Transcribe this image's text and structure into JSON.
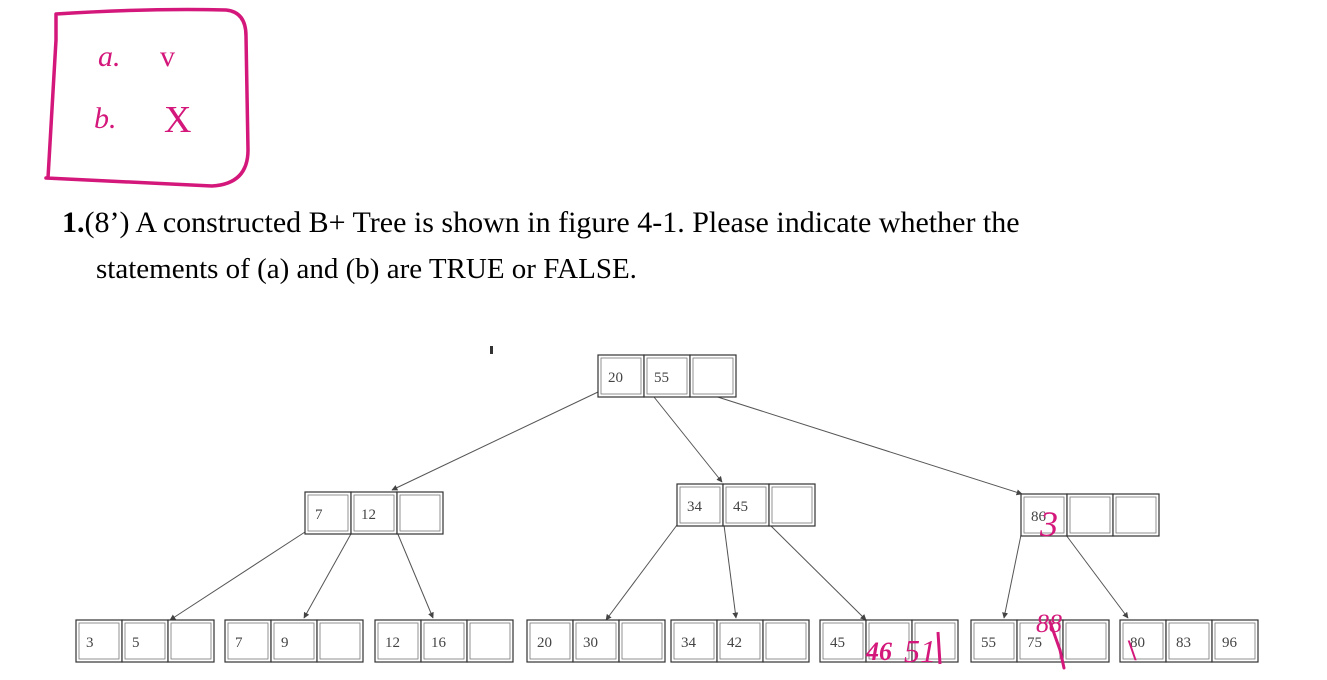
{
  "annotation_box": {
    "line_a_label": "a.",
    "line_a_mark": "v",
    "line_b_label": "b.",
    "line_b_mark": "X",
    "ink_color": "#d4177a"
  },
  "question": {
    "number": "1.",
    "points": "(8’)",
    "line1": "A constructed B+ Tree is shown in figure 4-1. Please indicate whether the",
    "line2": "statements of (a) and (b) are TRUE or FALSE."
  },
  "tree": {
    "root": {
      "keys": [
        "20",
        "55",
        ""
      ]
    },
    "internal": [
      {
        "keys": [
          "7",
          "12",
          ""
        ]
      },
      {
        "keys": [
          "34",
          "45",
          ""
        ]
      },
      {
        "keys": [
          "86",
          "",
          ""
        ]
      }
    ],
    "leaves": [
      {
        "keys": [
          "3",
          "5",
          ""
        ]
      },
      {
        "keys": [
          "7",
          "9",
          ""
        ]
      },
      {
        "keys": [
          "12",
          "16",
          ""
        ]
      },
      {
        "keys": [
          "20",
          "30",
          ""
        ]
      },
      {
        "keys": [
          "34",
          "42",
          ""
        ]
      },
      {
        "keys": [
          "45",
          "",
          ""
        ]
      },
      {
        "keys": [
          "55",
          "75",
          ""
        ]
      },
      {
        "keys": [
          "80",
          "83",
          "96"
        ]
      }
    ]
  },
  "handwritten_edits": {
    "leaf6_added_key_1": "46",
    "leaf6_added_key_2": "51",
    "internal3_overwrite": "3",
    "leaf7_added_key": "88",
    "leaf8_strike": "\\"
  }
}
